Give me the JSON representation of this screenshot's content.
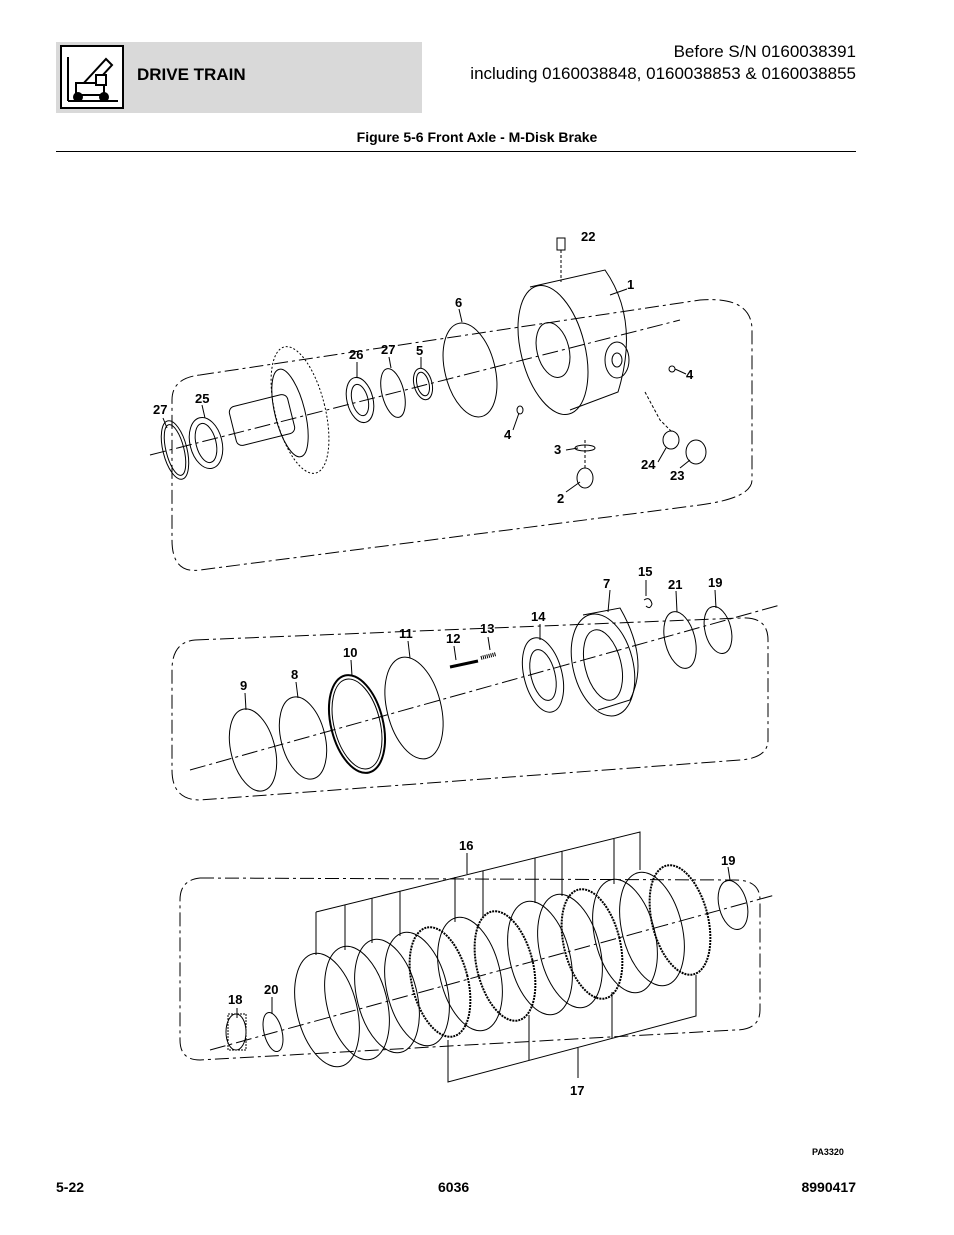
{
  "header": {
    "section": "DRIVE TRAIN",
    "serial_line1": "Before S/N 0160038391",
    "serial_line2": "including 0160038848, 0160038853 & 0160038855",
    "logo_icon": "telehandler-icon"
  },
  "figure": {
    "title": "Figure 5-6 Front Axle - M-Disk Brake",
    "code": "PA3320",
    "callouts": {
      "c1": "1",
      "c2": "2",
      "c3": "3",
      "c4a": "4",
      "c4b": "4",
      "c5": "5",
      "c6": "6",
      "c7": "7",
      "c8": "8",
      "c9": "9",
      "c10": "10",
      "c11": "11",
      "c12": "12",
      "c13": "13",
      "c14": "14",
      "c15": "15",
      "c16": "16",
      "c17": "17",
      "c18": "18",
      "c19a": "19",
      "c19b": "19",
      "c20": "20",
      "c21": "21",
      "c22": "22",
      "c23": "23",
      "c24": "24",
      "c25": "25",
      "c26": "26",
      "c27a": "27",
      "c27b": "27"
    }
  },
  "footer": {
    "page": "5-22",
    "model": "6036",
    "manual": "8990417"
  }
}
